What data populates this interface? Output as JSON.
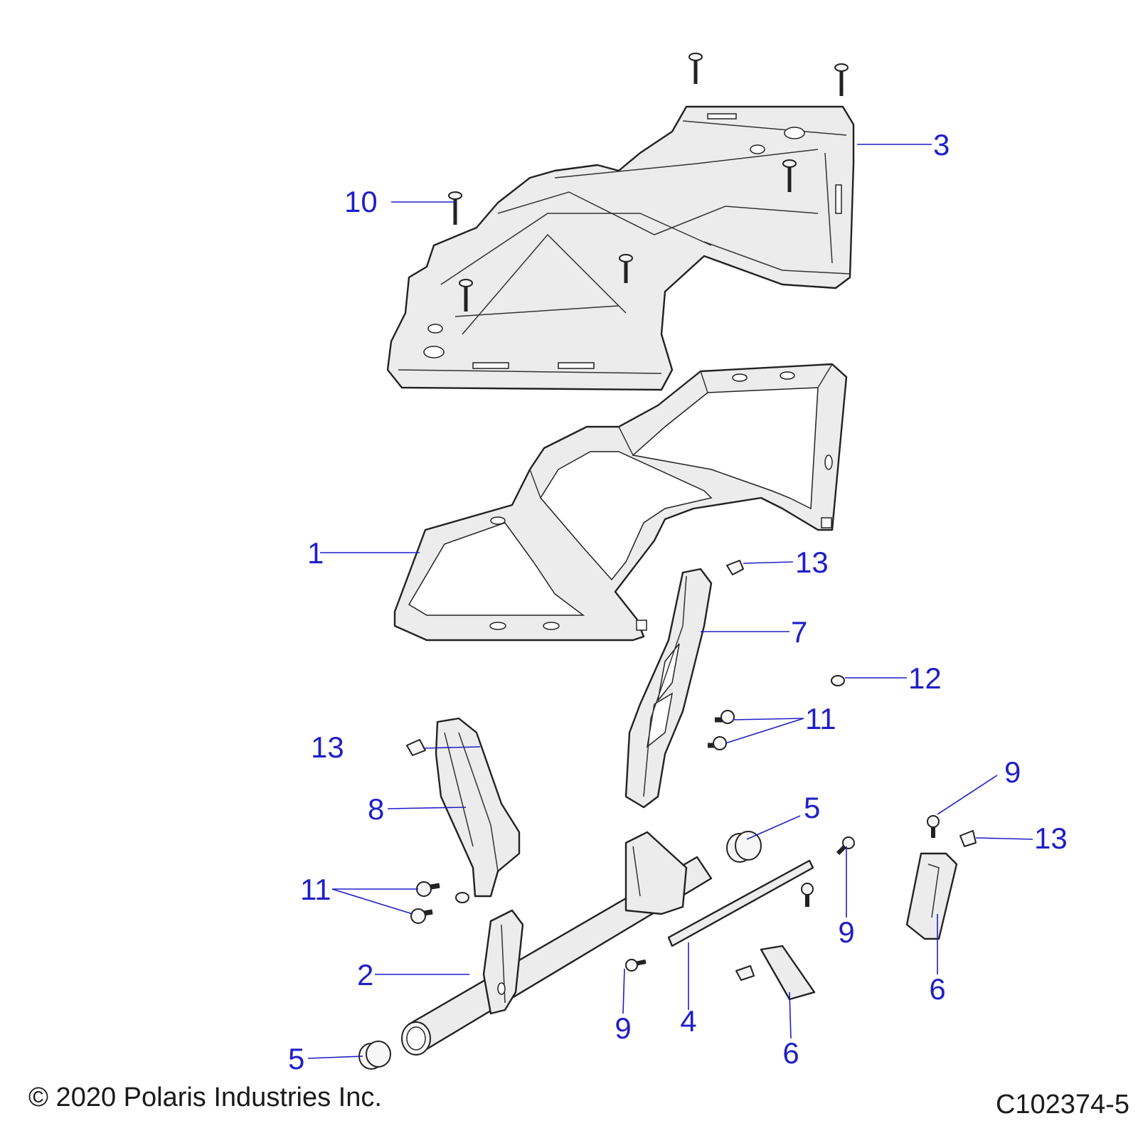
{
  "diagram": {
    "callouts": {
      "c1": "1",
      "c2": "2",
      "c3": "3",
      "c4": "4",
      "c5a": "5",
      "c5b": "5",
      "c6a": "6",
      "c6b": "6",
      "c7": "7",
      "c8": "8",
      "c9a": "9",
      "c9b": "9",
      "c9c": "9",
      "c10": "10",
      "c11a": "11",
      "c11b": "11",
      "c12": "12",
      "c13a": "13",
      "c13b": "13",
      "c13c": "13"
    },
    "colors": {
      "callout_color": "#1f1fc8",
      "part_fill": "#ececec",
      "outline": "#222222"
    }
  },
  "footer": {
    "copyright": "© 2020 Polaris Industries Inc.",
    "figure_id": "C102374-5"
  }
}
